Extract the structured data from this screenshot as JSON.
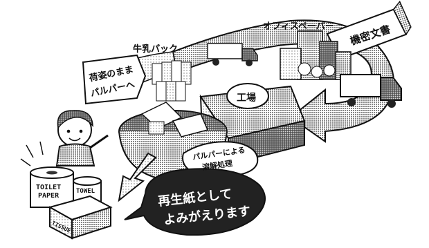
{
  "labels": {
    "office_paper": "オフィスペーパー",
    "confidential_docs": "機密文書",
    "milk_carton": "牛乳パック",
    "as_is_line1": "荷姿のまま",
    "as_is_line2": "パルパーへ",
    "factory": "工場",
    "pulper_line1": "パルパーによる",
    "pulper_line2": "溶解処理",
    "reborn_line1": "再生紙として",
    "reborn_line2": "よみがえります",
    "toilet_paper_line1": "TOILET",
    "toilet_paper_line2": "PAPER",
    "towel": "TOWEL",
    "tissue": "TISSUE"
  },
  "colors": {
    "ink": "#111111",
    "paper": "#ffffff",
    "dither_gray": "#9a9a9a",
    "bubble_fill": "#222222",
    "bubble_text": "#ffffff"
  }
}
